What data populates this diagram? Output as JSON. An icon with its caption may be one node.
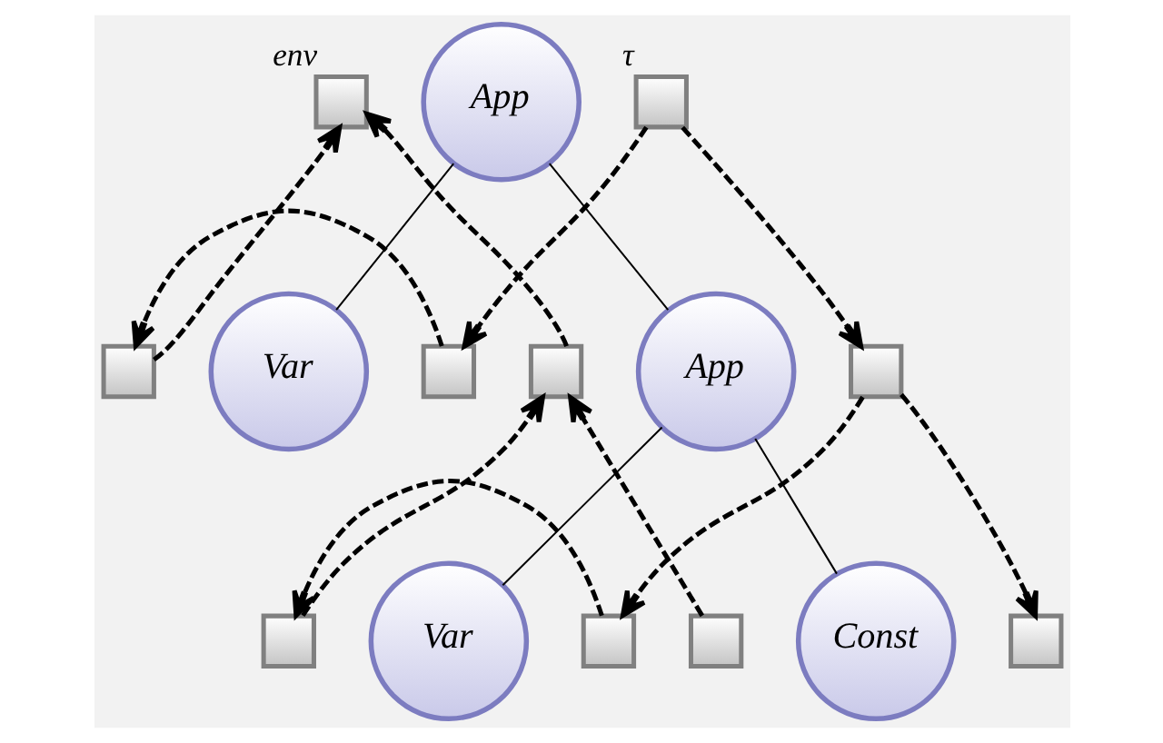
{
  "diagram": {
    "nodes": [
      {
        "text": [],
        "shape": "box",
        "beside": [
          "env"
        ]
      },
      {
        "text": [
          "App"
        ]
      },
      {
        "text": [],
        "shape": "box",
        "beside": [
          "τ"
        ]
      },
      {
        "text": [],
        "shape": "box"
      },
      {
        "text": [
          "Var"
        ]
      },
      {
        "text": [],
        "shape": "box"
      },
      {
        "text": [],
        "shape": "box"
      },
      {
        "text": [
          "App"
        ]
      },
      {
        "text": [],
        "shape": "box"
      },
      {
        "text": [],
        "shape": "box"
      },
      {
        "text": [
          "Var"
        ]
      },
      {
        "text": [],
        "shape": "box"
      },
      {
        "text": [],
        "shape": "box"
      },
      {
        "text": [
          "Const"
        ]
      },
      {
        "text": [],
        "shape": "box"
      }
    ],
    "edges": [
      {
        "from": 1,
        "to": 4,
        "arrow": "none"
      },
      {
        "from": 1,
        "to": 7,
        "arrow": "none"
      },
      {
        "from": 7,
        "to": 10,
        "arrow": "none"
      },
      {
        "from": 7,
        "to": 13,
        "arrow": "none"
      },
      {
        "from": 3,
        "to": 0,
        "arrow": "to",
        "style": "dashed"
      },
      {
        "from": 2,
        "to": 5,
        "arrow": "to",
        "style": "dashed"
      },
      {
        "from": 5,
        "to": 3,
        "arrow": "to",
        "style": "dashed"
      },
      {
        "from": 6,
        "to": 0,
        "arrow": "to",
        "style": "dashed"
      },
      {
        "from": 2,
        "to": 8,
        "arrow": "to",
        "style": "dashed"
      },
      {
        "from": 8,
        "to": 11,
        "arrow": "to",
        "style": "dashed"
      },
      {
        "from": 9,
        "to": 6,
        "arrow": "to",
        "style": "dashed"
      },
      {
        "from": 11,
        "to": 9,
        "arrow": "to",
        "style": "dashed"
      },
      {
        "from": 12,
        "to": 6,
        "arrow": "to",
        "style": "dashed"
      },
      {
        "from": 8,
        "to": 14,
        "arrow": "to",
        "style": "dashed"
      }
    ]
  }
}
